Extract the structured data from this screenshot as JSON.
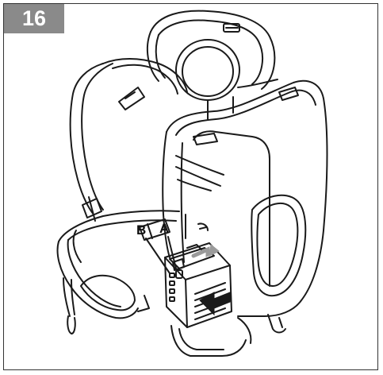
{
  "figure": {
    "step_number": "16",
    "callouts": {
      "a": "A",
      "b": "B"
    }
  },
  "colors": {
    "badge": "#8a8a8a",
    "line": "#1a1a1a",
    "frame": "#333333"
  },
  "icons": {
    "device": "backpack-battery-harness-illustration",
    "arrow": "insert-direction-arrow-icon"
  }
}
